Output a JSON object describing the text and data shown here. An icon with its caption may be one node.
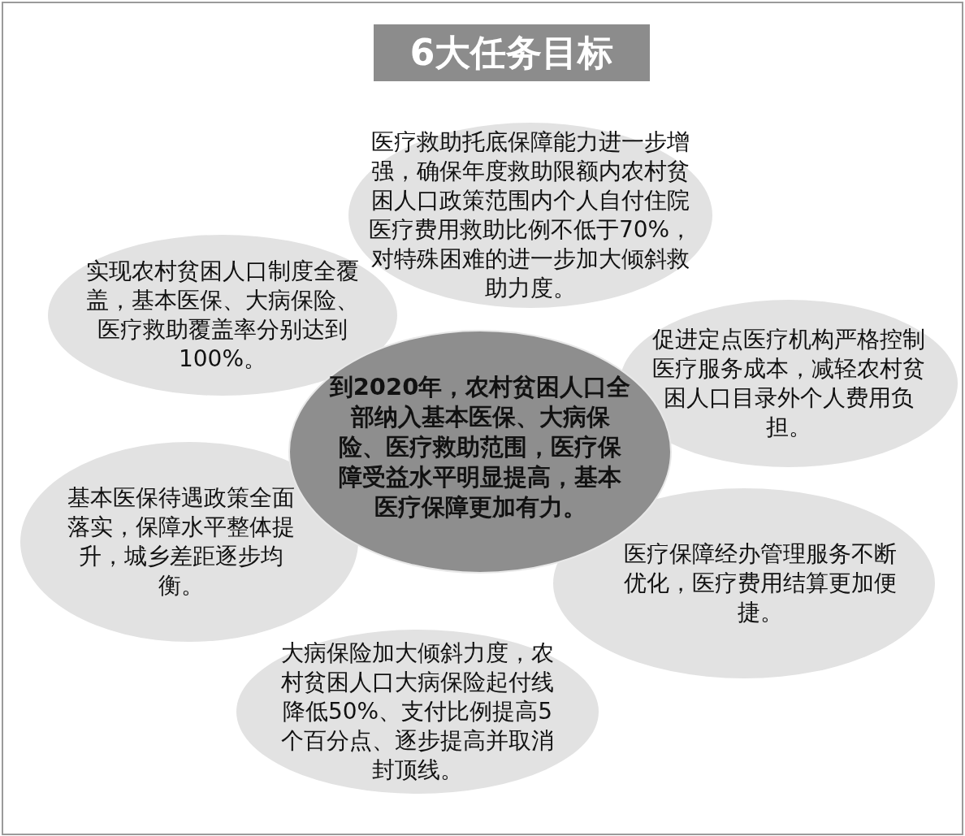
{
  "diagram": {
    "title": "6大任务目标",
    "nodes": [
      {
        "text": [
          "医疗救助托底保障能力进一步增强，确保年度救助限额内农村贫困人口政策范围内个人自付住院医疗费用救助比例不低于70%，对特殊困难的进一步加大倾斜救助力度。"
        ]
      },
      {
        "text": [
          "实现农村贫困人口制度全覆盖，基本医保、大病保险、医疗救助覆盖率分别达到100%。"
        ]
      },
      {
        "text": [
          "促进定点医疗机构严格控制医疗服务成本，减轻农村贫困人口目录外个人费用负担。"
        ]
      },
      {
        "text": [
          "到2020年，农村贫困人口全部纳入基本医保、大病保险、医疗救助范围，医疗保障受益水平明显提高，基本医疗保障更加有力。"
        ]
      },
      {
        "text": [
          "基本医保待遇政策全面落实，保障水平整体提升，城乡差距逐步均衡。"
        ]
      },
      {
        "text": [
          "医疗保障经办管理服务不断优化，医疗费用结算更加便捷。"
        ]
      },
      {
        "text": [
          "大病保险加大倾斜力度，农村贫困人口大病保险起付线降低50%、支付比例提高5个百分点、逐步提高并取消封顶线。"
        ]
      }
    ]
  }
}
